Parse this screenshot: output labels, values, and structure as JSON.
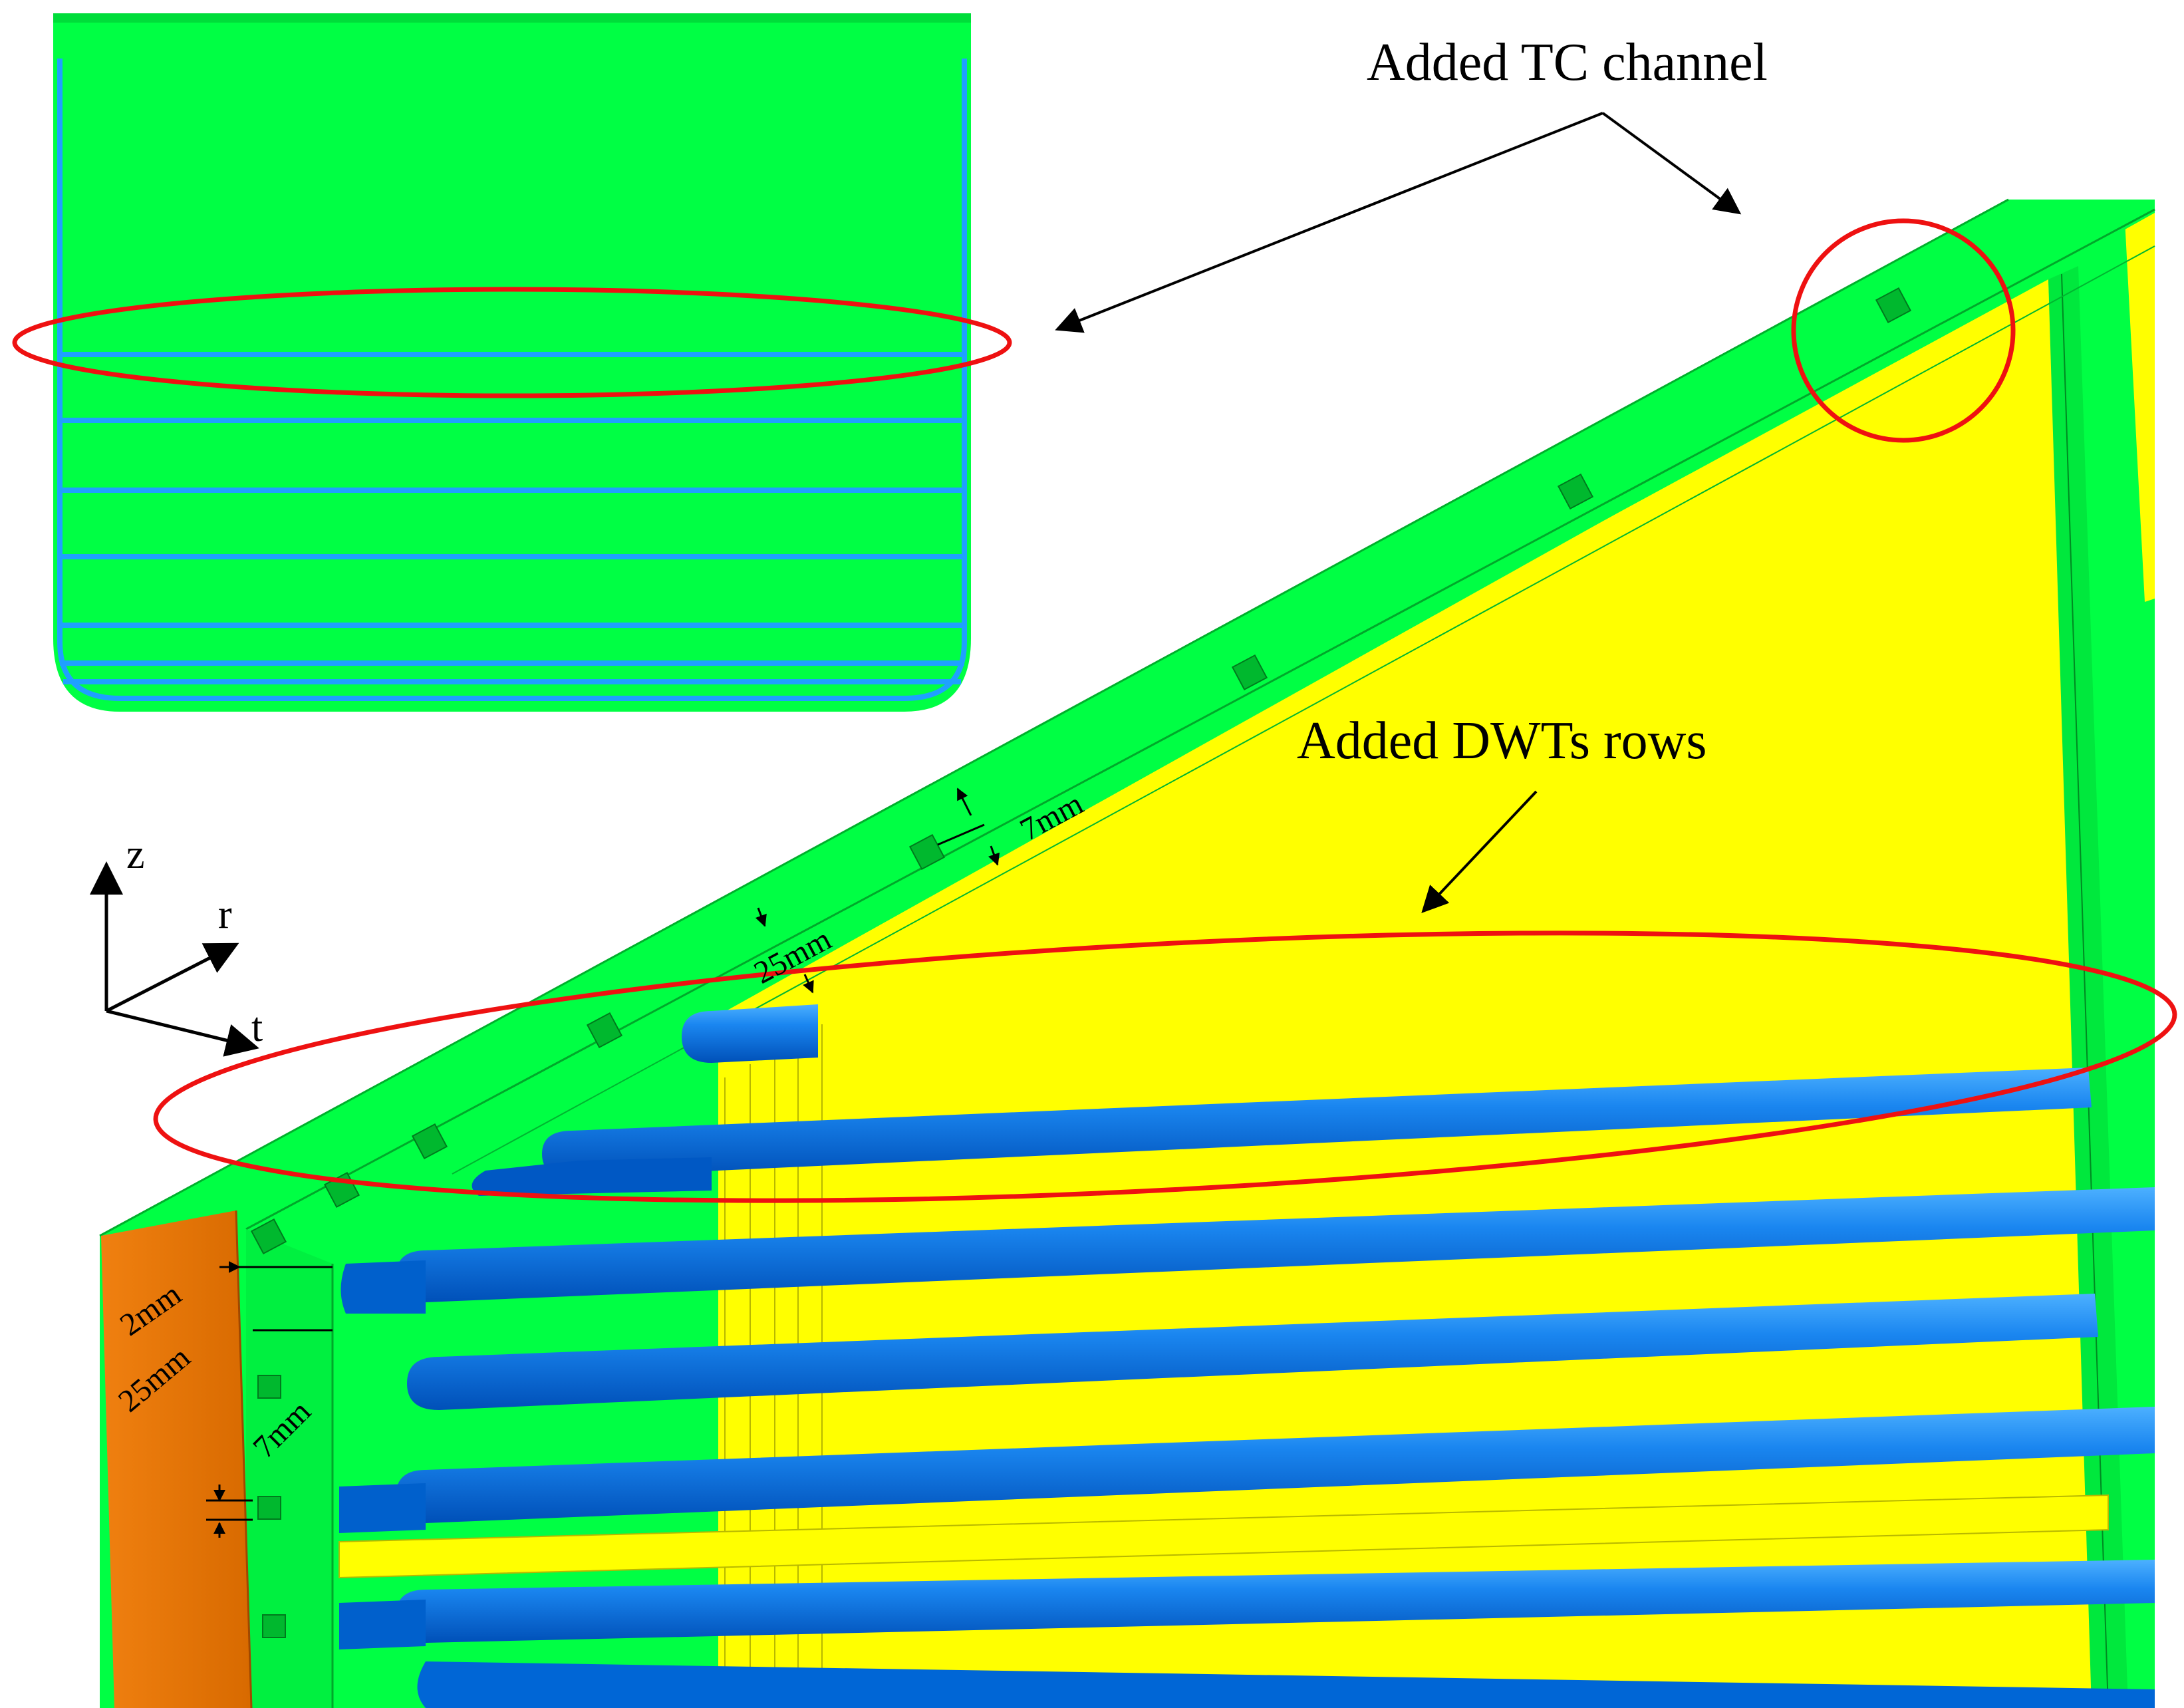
{
  "annotations": {
    "tc_channel": "Added TC channel",
    "dwt_rows": "Added DWTs rows"
  },
  "dimensions": {
    "d7mm_top": "7mm",
    "d25mm_top": "25mm",
    "d2mm": "2mm",
    "d25mm_left": "25mm",
    "d7mm_left": "7mm"
  },
  "axes": {
    "z": "z",
    "r": "r",
    "t": "t"
  },
  "colors": {
    "plate_green": "#00ff44",
    "bed_yellow": "#ffff00",
    "tube_blue": "#0077ee",
    "side_orange": "#ee7700",
    "highlight_red": "#ee1111",
    "channel_outline": "#1fa0ff"
  }
}
